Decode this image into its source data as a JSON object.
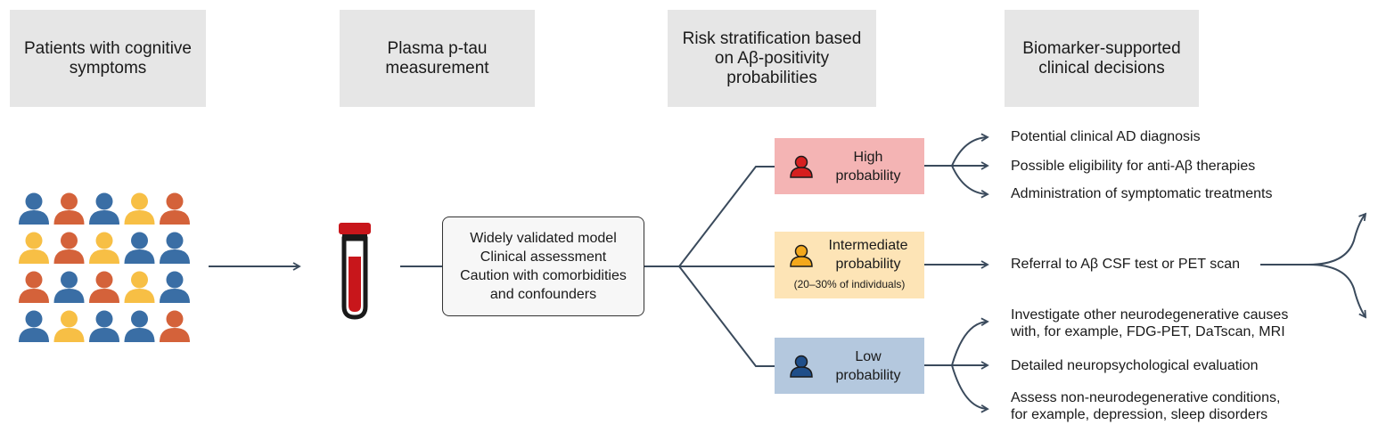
{
  "headers": [
    "Patients with cognitive\nsymptoms",
    "Plasma p-tau\nmeasurement",
    "Risk stratification based\non Aβ-positivity\nprobabilities",
    "Biomarker-supported\nclinical decisions"
  ],
  "model_box": "Widely validated model\nClinical assessment\nCaution with comorbidities\nand confounders",
  "probabilities": {
    "high": {
      "label": "High\nprobability",
      "color": "#f4b4b4",
      "icon_color": "#d61f1f"
    },
    "intermediate": {
      "label": "Intermediate\nprobability",
      "note": "(20–30% of individuals)",
      "color": "#fde4b6",
      "icon_color": "#f3a81c"
    },
    "low": {
      "label": "Low\nprobability",
      "color": "#b4c8de",
      "icon_color": "#1f4e89"
    }
  },
  "outcomes": {
    "high": [
      "Potential clinical AD diagnosis",
      "Possible eligibility for anti-Aβ therapies",
      "Administration of symptomatic treatments"
    ],
    "intermediate": [
      "Referral to Aβ CSF test or PET scan"
    ],
    "low": [
      "Investigate other neurodegenerative causes\n with, for example, FDG-PET, DaTscan, MRI",
      "Detailed neuropsychological evaluation",
      "Assess non-neurodegenerative conditions,\n for example, depression, sleep disorders"
    ]
  },
  "patient_grid_colors": [
    [
      "blue",
      "orange",
      "blue",
      "yellow",
      "orange"
    ],
    [
      "yellow",
      "orange",
      "yellow",
      "blue",
      "blue"
    ],
    [
      "orange",
      "blue",
      "orange",
      "yellow",
      "blue"
    ],
    [
      "blue",
      "yellow",
      "blue",
      "blue",
      "orange"
    ]
  ],
  "palette": {
    "blue": "#3a6ea5",
    "orange": "#d4623a",
    "yellow": "#f7bf45",
    "arrow": "#3a4a5c",
    "tube_red": "#c8161b",
    "header_bg": "#e6e6e6"
  }
}
